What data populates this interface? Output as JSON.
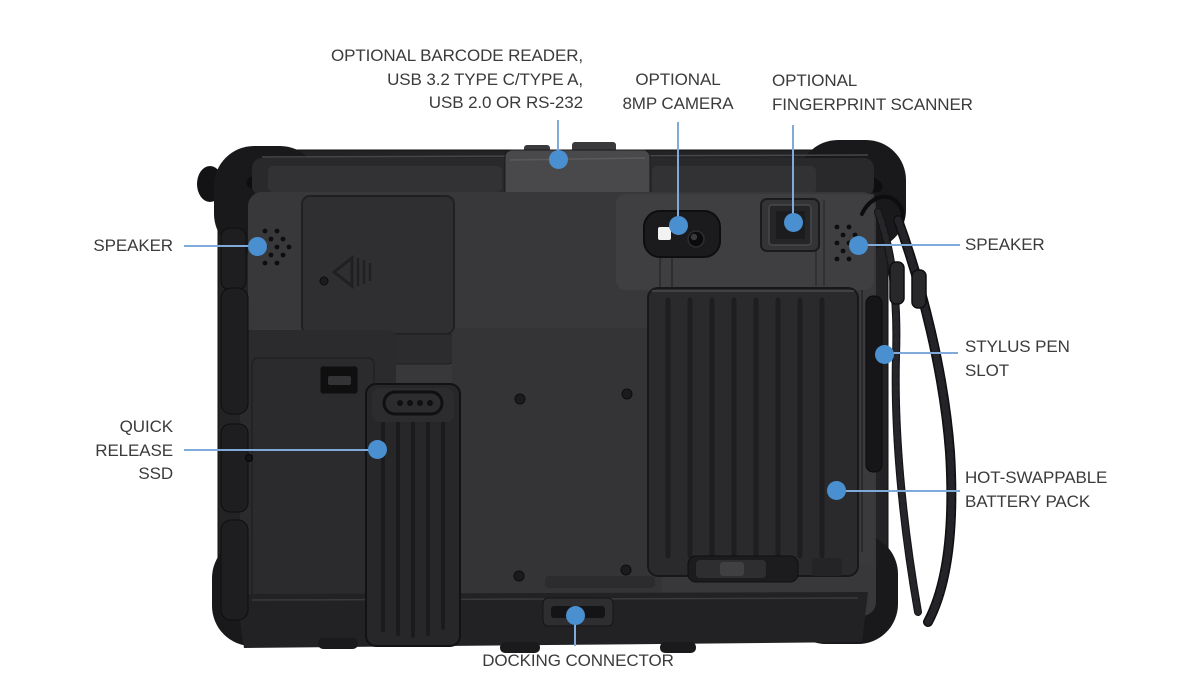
{
  "callouts": {
    "barcode": {
      "text": "OPTIONAL BARCODE READER,\nUSB 3.2 TYPE C/TYPE A,\nUSB 2.0 OR RS-232"
    },
    "camera": {
      "text": "OPTIONAL\n8MP CAMERA"
    },
    "fingerprint": {
      "text": "OPTIONAL\nFINGERPRINT SCANNER"
    },
    "speaker_left": {
      "text": "SPEAKER"
    },
    "speaker_right": {
      "text": "SPEAKER"
    },
    "stylus": {
      "text": "STYLUS PEN\nSLOT"
    },
    "ssd": {
      "text": "QUICK\nRELEASE\nSSD"
    },
    "battery": {
      "text": "HOT-SWAPPABLE\nBATTERY PACK"
    },
    "docking": {
      "text": "DOCKING CONNECTOR"
    }
  },
  "colors": {
    "callout_dot": "#4a90d0",
    "callout_line": "#7faada",
    "label_text": "#3b3b3b",
    "background": "#ffffff"
  }
}
